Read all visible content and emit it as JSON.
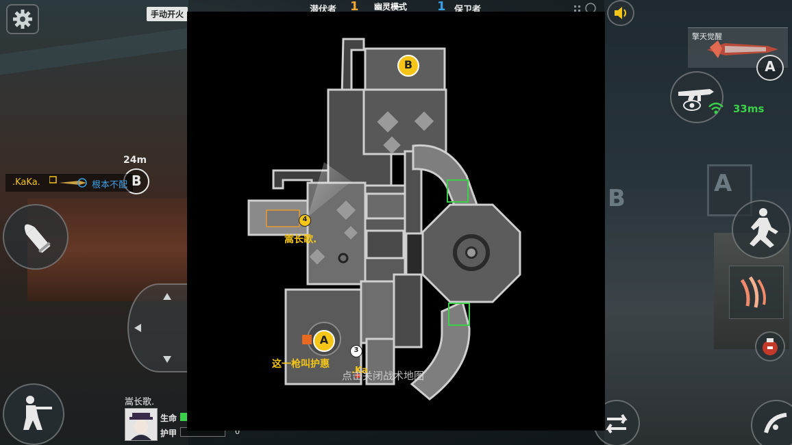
{
  "top_bar": {
    "manual_fire_label": "手动开火",
    "team_left_name": "潜伏者",
    "team_left_score": "1",
    "mode_name": "幽灵模式",
    "team_right_score": "1",
    "team_right_name": "保卫者"
  },
  "weapon_panel": {
    "weapon_name": "擎天觉醒",
    "slot_letter": "A",
    "ping": "33ms"
  },
  "waypoint": {
    "distance": "24m",
    "letter": "B"
  },
  "kill_feed": {
    "killer": ".KaKa.",
    "victim": "根本不配"
  },
  "map": {
    "site_b": "B",
    "site_a": "A",
    "player_4_number": "4",
    "player_4_name": "嵩长歌.",
    "player_3_number": "3",
    "player_3_name": "这一枪叫护惠",
    "player_kaka_name": ".Ka",
    "close_hint": "点击关闭战术地图"
  },
  "player_status": {
    "name": "嵩长歌.",
    "health_label": "生命",
    "armor_label": "护甲",
    "armor_value": "0"
  },
  "colors": {
    "yellow_accent": "#f5c518",
    "blue_accent": "#3aa0e8",
    "ping_green": "#3ad04a",
    "map_floor": "#5c5c5c",
    "map_wall": "#c8c8c8"
  },
  "icons": {
    "settings": "gear-icon",
    "sound": "speaker-icon",
    "ammo": "bullet-icon",
    "crouch": "soldier-crouch-icon",
    "jump": "jump-icon",
    "knife": "knife-slash-icon",
    "grenade": "grenade-icon",
    "switch": "swap-arrows-icon",
    "radar": "radar-dish-icon",
    "ghost": "eye-icon"
  }
}
